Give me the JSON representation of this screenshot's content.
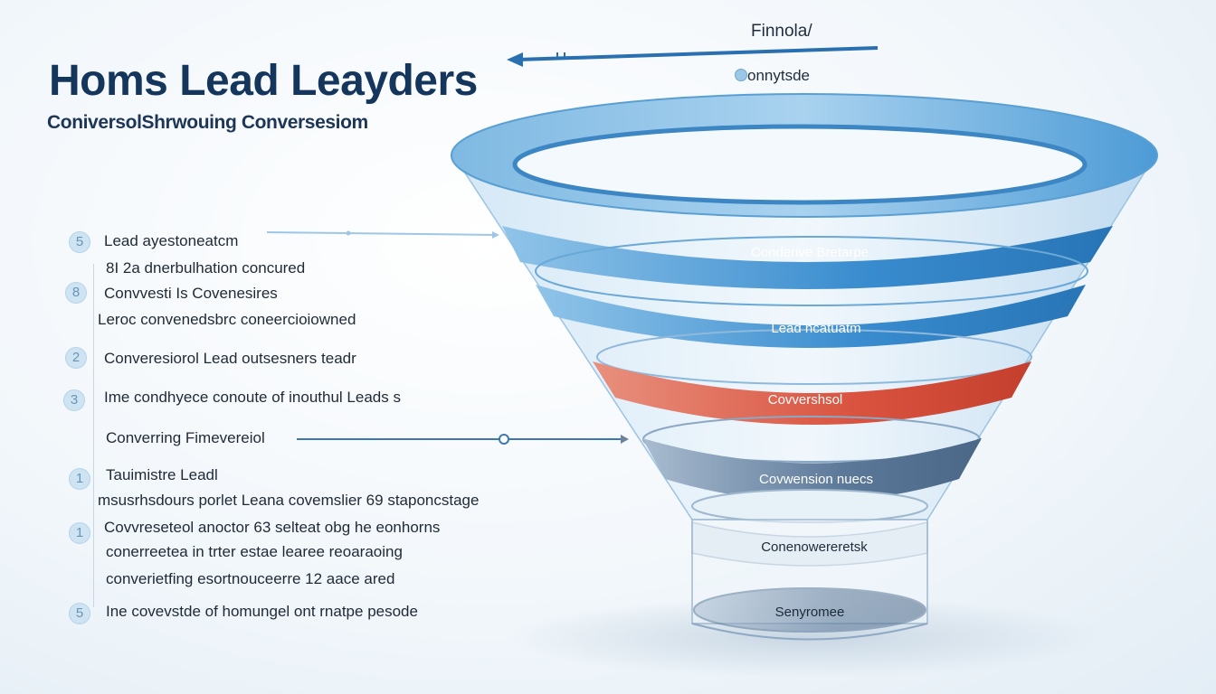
{
  "header": {
    "title": "Homs Lead Leayders",
    "subtitle": "ConiversolShrwouing Conversesiom",
    "top_label": "Finnola/",
    "top_sub": "onnytsde"
  },
  "colors": {
    "title": "#14355c",
    "funnel_blue": "#3f8fcf",
    "funnel_red": "#d9533f",
    "funnel_slate": "#5b7898"
  },
  "left_items": [
    {
      "num": "5",
      "lines": [
        "Lead ayestoneatcm",
        "8I 2a dnerbulhation concured"
      ]
    },
    {
      "num": "8",
      "lines": [
        "Convvesti Is Covenesires",
        "Leroc convenedsbrc coneercioiowned"
      ]
    },
    {
      "num": "2",
      "lines": [
        "Converesiorol Lead outsesners teadr"
      ]
    },
    {
      "num": "3",
      "lines": [
        "Ime condhyece conoute of inouthul Leads s"
      ]
    },
    {
      "num": "",
      "lines": [
        "Converring Fimevereiol"
      ]
    },
    {
      "num": "1",
      "lines": [
        "Tauimistre Leadl",
        "msusrhsdours porlet Leana covemslier 69 staponcstage"
      ]
    },
    {
      "num": "1",
      "lines": [
        "Covvreseteol anoctor 63 selteat obg he eonhorns",
        "conerreetea in trter estae learee reoaraoing",
        "converietfing esortnouceerre 12 aace ared"
      ]
    },
    {
      "num": "5",
      "lines": [
        "Ine covevstde of homungel ont rnatpe pesode"
      ]
    }
  ],
  "funnel": {
    "bands": [
      {
        "label": "Conderive Bretarpe"
      },
      {
        "label": "Lead ncatuatm"
      },
      {
        "label": "Covvershsol"
      },
      {
        "label": "Covwension nuecs"
      },
      {
        "label": "Conenowereretsk"
      },
      {
        "label": "Senyromee"
      }
    ]
  }
}
